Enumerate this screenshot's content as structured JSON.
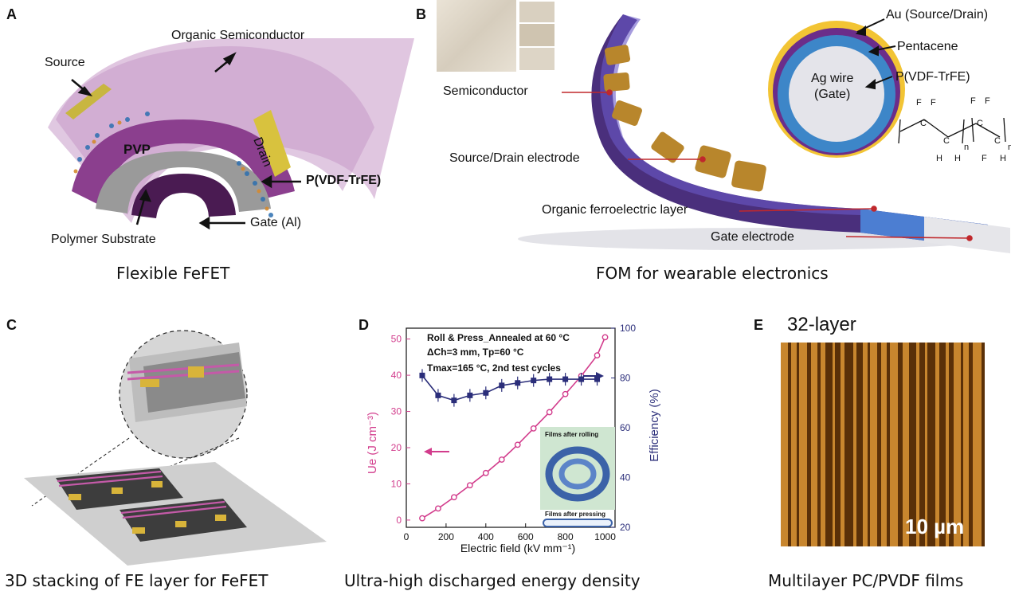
{
  "panels": {
    "a": {
      "letter": "A",
      "caption": "Flexible FeFET",
      "labels": {
        "organic_semiconductor": "Organic Semiconductor",
        "source": "Source",
        "drain": "Drain",
        "pvp": "PVP",
        "p_vdf_trfe": "P(VDF-TrFE)",
        "gate": "Gate (Al)",
        "polymer_substrate": "Polymer Substrate"
      }
    },
    "b": {
      "letter": "B",
      "caption": "FOM for wearable electronics",
      "labels": {
        "semiconductor": "Semiconductor",
        "source_drain": "Source/Drain electrode",
        "ferroelectric": "Organic ferroelectric layer",
        "gate_electrode": "Gate electrode",
        "au": "Au (Source/Drain)",
        "pentacene": "Pentacene",
        "ag_wire": "Ag wire",
        "gate": "(Gate)",
        "p_vdf_trfe": "P(VDF-TrFE)"
      }
    },
    "c": {
      "letter": "C",
      "caption": "3D stacking of FE layer for FeFET"
    },
    "d": {
      "letter": "D",
      "caption": "Ultra-high discharged energy density",
      "annotation_line1": "Roll & Press_Annealed at 60 °C",
      "annotation_line2": "ΔCh=3 mm, Tp=60 °C",
      "annotation_line3": "Tmax=165 °C, 2nd test cycles",
      "inset_top": "Films after rolling",
      "inset_bottom": "Films after pressing"
    },
    "e": {
      "letter": "E",
      "caption": "Multilayer PC/PVDF films",
      "title": "32-layer",
      "scale_bar": "10 µm"
    }
  },
  "colors": {
    "energy_series": "#d23c8c",
    "efficiency_series": "#2b2e7a",
    "afm_dark": "#5a3008",
    "afm_light": "#c8862e"
  },
  "chart_data": {
    "type": "line",
    "xlabel": "Electric field (kV mm⁻¹)",
    "ylabel_left": "Ue (J cm⁻³)",
    "ylabel_right": "Efficiency (%)",
    "xlim": [
      0,
      1050
    ],
    "ylim_left": [
      -2,
      53
    ],
    "ylim_right": [
      20,
      100
    ],
    "x_ticks": [
      0,
      200,
      400,
      600,
      800,
      1000
    ],
    "y_left_ticks": [
      0,
      10,
      20,
      30,
      40,
      50
    ],
    "y_right_ticks": [
      20,
      40,
      60,
      80,
      100
    ],
    "series": [
      {
        "name": "Ue",
        "axis": "left",
        "x": [
          80,
          160,
          240,
          320,
          400,
          480,
          560,
          640,
          720,
          800,
          880,
          960,
          1000
        ],
        "y": [
          0.5,
          3.2,
          6.3,
          9.6,
          13.0,
          16.7,
          20.8,
          25.3,
          29.8,
          34.8,
          39.8,
          45.5,
          50.5
        ]
      },
      {
        "name": "Efficiency",
        "axis": "right",
        "x": [
          80,
          160,
          240,
          320,
          400,
          480,
          560,
          640,
          720,
          800,
          880,
          960
        ],
        "y": [
          81,
          73,
          71,
          73,
          74,
          77,
          78,
          79,
          79.5,
          79.5,
          79.5,
          79.5
        ]
      }
    ]
  }
}
